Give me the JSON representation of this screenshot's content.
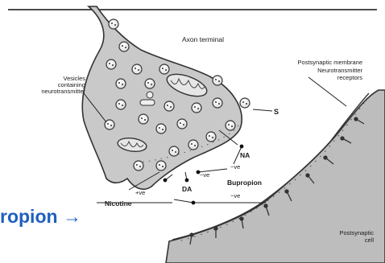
{
  "labels": {
    "axon_terminal": "Axon terminal",
    "vesicles_line1": "Vesicles",
    "vesicles_line2": "containing",
    "vesicles_line3": "neurotransmitter",
    "postsyn_membrane": "Postsynaptic membrane",
    "nt_receptors_line1": "Neurotransmitter",
    "nt_receptors_line2": "receptors",
    "s": "S",
    "na": "NA",
    "neg_1": "−ve",
    "neg_2": "−ve",
    "neg_3": "−ve",
    "pos": "+ve",
    "da": "DA",
    "bupropion": "Bupropion",
    "nicotine": "Nicotine",
    "postsyn_cell_line1": "Postsynaptic",
    "postsyn_cell_line2": "cell"
  },
  "caption": {
    "text": "ropion",
    "arrow": "→"
  },
  "colors": {
    "terminal_fill": "#c9c9c9",
    "cell_fill": "#bdbdbd",
    "caption": "#1f5fbf"
  }
}
